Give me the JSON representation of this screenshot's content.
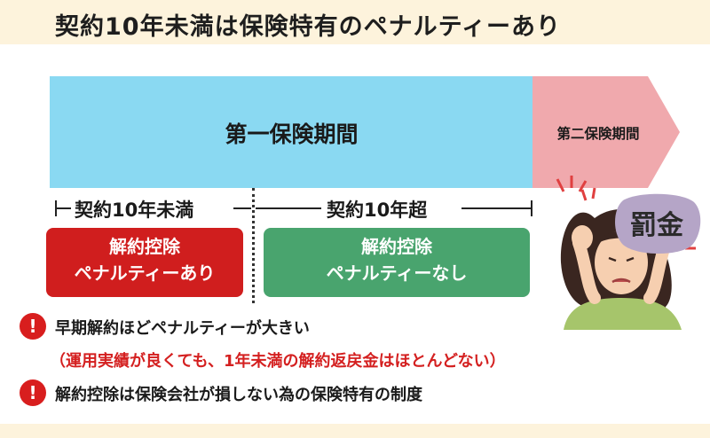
{
  "title": "契約10年未満は保険特有のペナルティーあり",
  "timeline": {
    "period1_label": "第一保険期間",
    "period2_label": "第二保険期間",
    "range_under": "契約10年未満",
    "range_over": "契約10年超"
  },
  "boxes": {
    "red": {
      "line1": "解約控除",
      "line2": "ペナルティーあり"
    },
    "green": {
      "line1": "解約控除",
      "line2": "ペナルティーなし"
    }
  },
  "notes": {
    "bullet_symbol": "!",
    "note1": "早期解約ほどペナルティーが大きい",
    "note1_sub": "（運用実績が良くても、1年未満の解約返戻金はほとんどない）",
    "note2": "解約控除は保険会社が損しない為の保険特有の制度"
  },
  "illustration": {
    "badge_text": "罰金",
    "icons": [
      "distressed-woman-icon",
      "penalty-badge-icon"
    ]
  },
  "colors": {
    "period1": "#8ad9f2",
    "period2": "#f0a9ad",
    "red_box": "#d01e1e",
    "green_box": "#49a46e",
    "accent_red": "#d42020",
    "band": "#fdf3dc"
  }
}
